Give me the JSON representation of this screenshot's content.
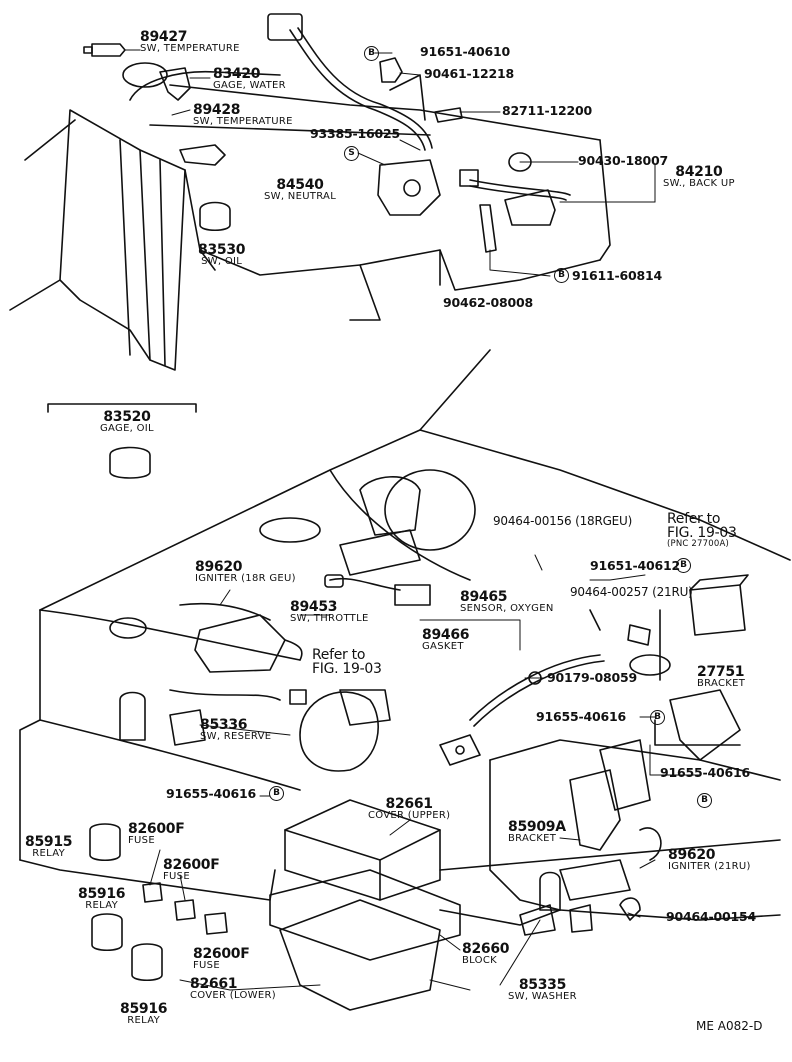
{
  "parts": {
    "p89427": {
      "num": "89427",
      "desc": "SW, TEMPERATURE"
    },
    "p83420": {
      "num": "83420",
      "desc": "GAGE, WATER"
    },
    "p89428": {
      "num": "89428",
      "desc": "SW, TEMPERATURE"
    },
    "p84540": {
      "num": "84540",
      "desc": "SW, NEUTRAL"
    },
    "p83530": {
      "num": "83530",
      "desc": "SW, OIL"
    },
    "p84210": {
      "num": "84210",
      "desc": "SW., BACK UP"
    },
    "p83520": {
      "num": "83520",
      "desc": "GAGE, OIL"
    },
    "p89620a": {
      "num": "89620",
      "desc": "IGNITER (18R GEU)"
    },
    "p89453": {
      "num": "89453",
      "desc": "SW, THROTTLE"
    },
    "p89465": {
      "num": "89465",
      "desc": "SENSOR, OXYGEN"
    },
    "p89466": {
      "num": "89466",
      "desc": "GASKET"
    },
    "p27751": {
      "num": "27751",
      "desc": "BRACKET"
    },
    "p85336": {
      "num": "85336",
      "desc": "SW, RESERVE"
    },
    "p82661u": {
      "num": "82661",
      "desc": "COVER (UPPER)"
    },
    "p85909a": {
      "num": "85909A",
      "desc": "BRACKET"
    },
    "p89620b": {
      "num": "89620",
      "desc": "IGNITER (21RU)"
    },
    "p85915": {
      "num": "85915",
      "desc": "RELAY"
    },
    "p82600f1": {
      "num": "82600F",
      "desc": "FUSE"
    },
    "p82600f2": {
      "num": "82600F",
      "desc": "FUSE"
    },
    "p85916a": {
      "num": "85916",
      "desc": "RELAY"
    },
    "p82600f3": {
      "num": "82600F",
      "desc": "FUSE"
    },
    "p82660": {
      "num": "82660",
      "desc": "BLOCK"
    },
    "p85335": {
      "num": "85335",
      "desc": "SW, WASHER"
    },
    "p82661l": {
      "num": "82661",
      "desc": "COVER (LOWER)"
    },
    "p85916b": {
      "num": "85916",
      "desc": "RELAY"
    }
  },
  "hardware": {
    "h1": "91651-40610",
    "h2": "90461-12218",
    "h3": "82711-12200",
    "h4": "93385-16025",
    "h5": "90430-18007",
    "h6": "91611-60814",
    "h7": "90462-08008",
    "h8": "90464-00156 (18RGEU)",
    "h9": "91651-40612",
    "h10": "90464-00257 (21RU)",
    "h11": "90179-08059",
    "h12": "91655-40616",
    "h13": "91655-40616",
    "h14": "91655-40616",
    "h15": "90464-00154"
  },
  "badges": {
    "b": "B",
    "s": "S"
  },
  "refs": {
    "ref1_line1": "Refer to",
    "ref1_line2": "FIG. 19-03",
    "ref1_line3": "(PNC 27700A)",
    "ref2_line1": "Refer to",
    "ref2_line2": "FIG. 19-03"
  },
  "footer": {
    "code": "ME A082-D"
  }
}
